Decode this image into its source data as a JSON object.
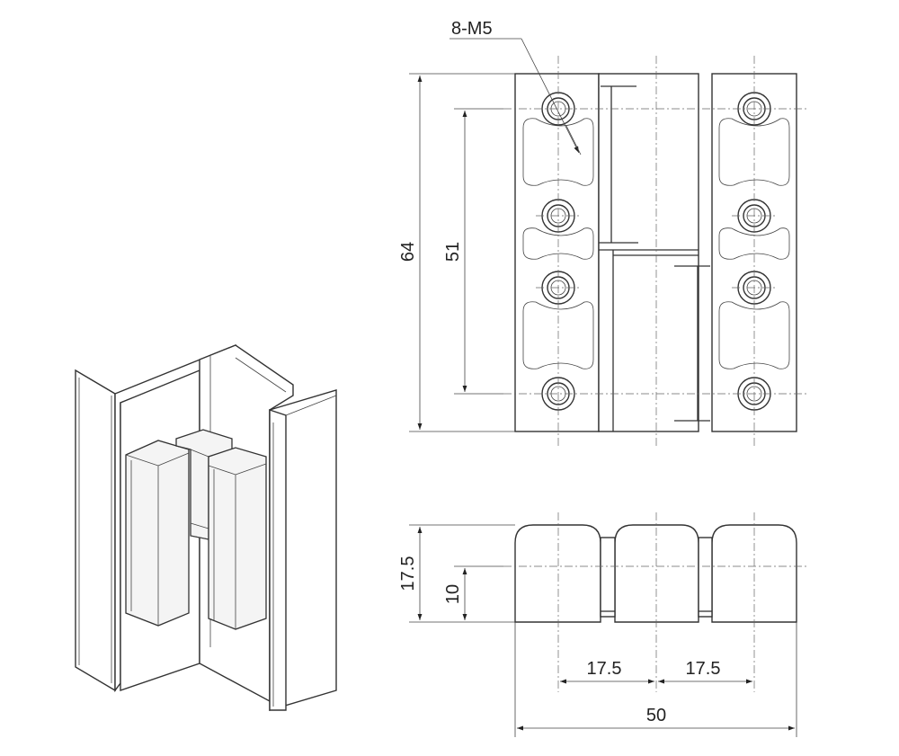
{
  "drawing": {
    "hole_callout": "8-M5",
    "dim_overall_height": "64",
    "dim_hole_pitch": "51",
    "dim_side_height": "17.5",
    "dim_pin_height": "10",
    "dim_spacing_left": "17.5",
    "dim_spacing_right": "17.5",
    "dim_overall_width": "50"
  },
  "colors": {
    "line": "#333333",
    "background": "#ffffff"
  }
}
